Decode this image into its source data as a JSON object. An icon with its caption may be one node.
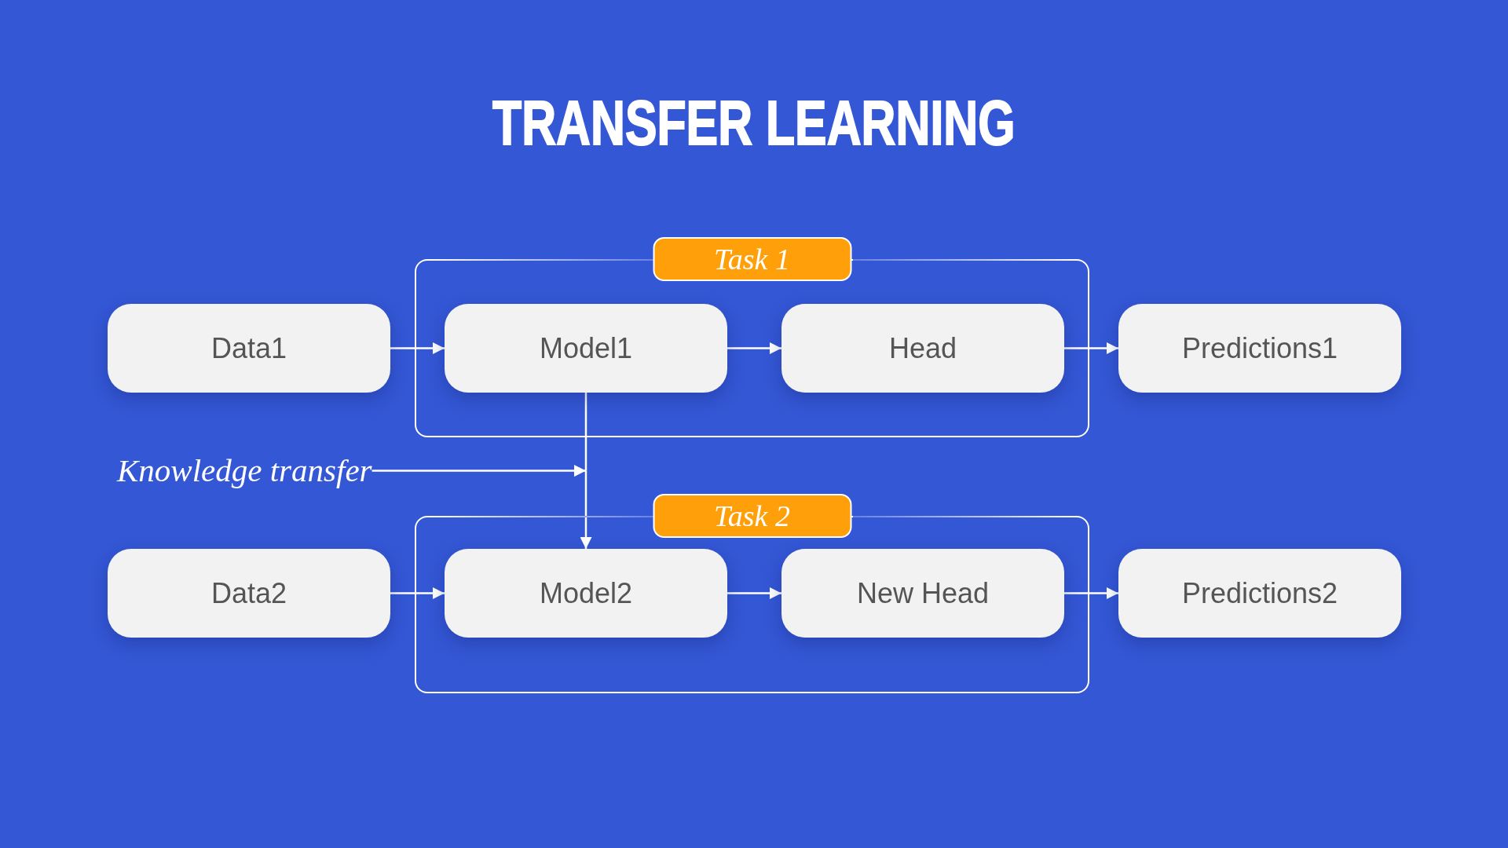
{
  "diagram": {
    "title": "TRANSFER LEARNING",
    "nodes": [
      {
        "text": [
          "Task 1"
        ]
      },
      {
        "text": [
          "Data1"
        ]
      },
      {
        "text": [
          "Model1"
        ],
        "in": 0
      },
      {
        "text": [
          "Head"
        ],
        "in": 0
      },
      {
        "text": [
          "Predictions1"
        ]
      },
      {
        "text": [
          "Knowledge transfer"
        ]
      },
      {
        "text": [
          "Task 2"
        ]
      },
      {
        "text": [
          "Data2"
        ]
      },
      {
        "text": [
          "Model2"
        ],
        "in": 6
      },
      {
        "text": [
          "New Head"
        ],
        "in": 6
      },
      {
        "text": [
          "Predictions2"
        ]
      }
    ],
    "edges": [
      {
        "from": 1,
        "to": 2,
        "arrow": "to"
      },
      {
        "from": 2,
        "to": 3,
        "arrow": "to"
      },
      {
        "from": 3,
        "to": 4,
        "arrow": "to"
      },
      {
        "from": 2,
        "to": 8,
        "arrow": "to"
      },
      {
        "from": 5,
        "to": 8,
        "arrow": "to"
      },
      {
        "from": 7,
        "to": 8,
        "arrow": "to"
      },
      {
        "from": 8,
        "to": 9,
        "arrow": "to"
      },
      {
        "from": 9,
        "to": 10,
        "arrow": "to"
      }
    ]
  }
}
